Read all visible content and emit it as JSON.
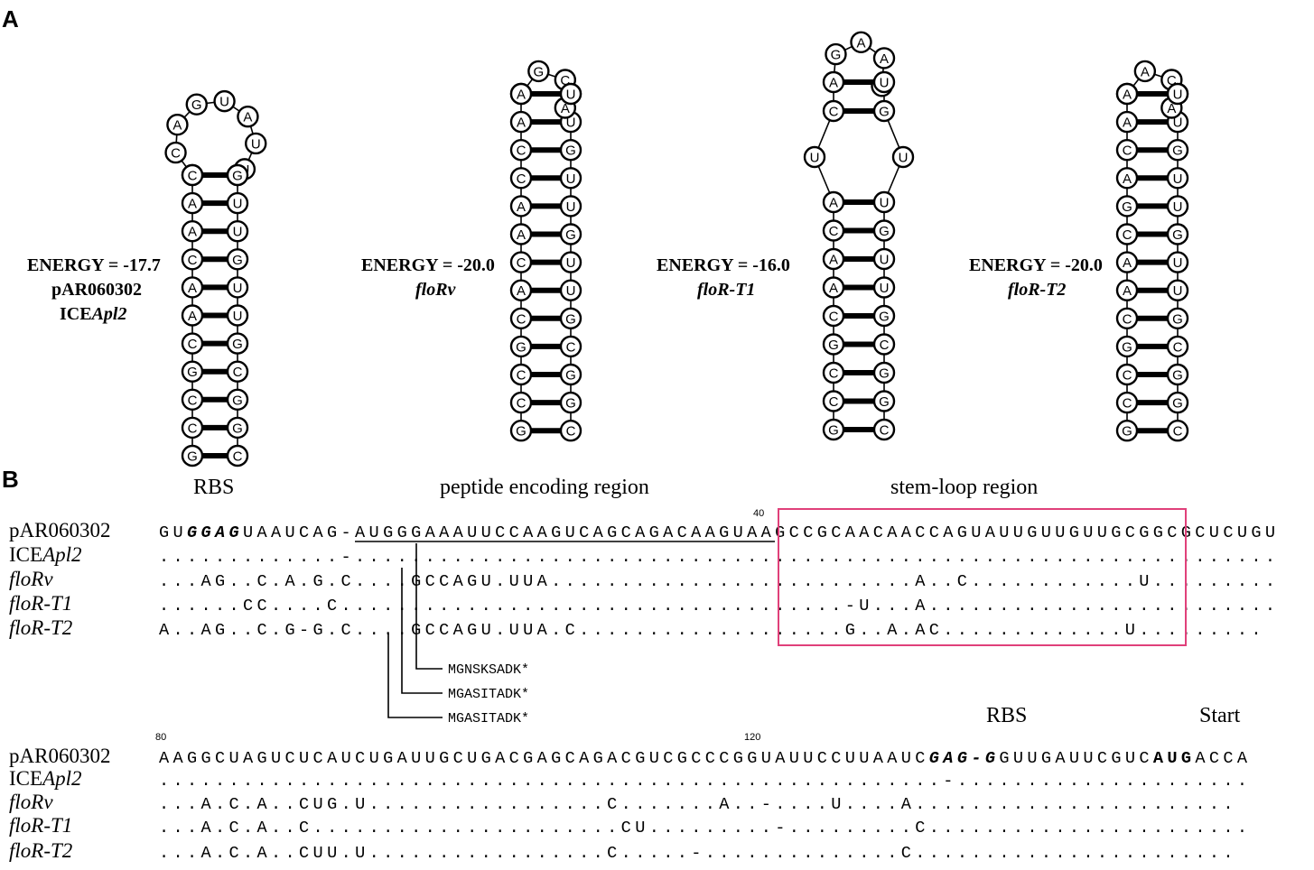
{
  "panels": {
    "a": "A",
    "b": "B"
  },
  "hairpins": [
    {
      "id": "pAR060302",
      "energy": "ENERGY = -17.7",
      "labels": [
        "pAR060302",
        "ICE",
        "Apl2"
      ],
      "loop": [
        "C",
        "A",
        "G",
        "U",
        "A",
        "U",
        "U"
      ],
      "left": [
        "C",
        "A",
        "A",
        "C",
        "A",
        "A",
        "C",
        "G",
        "C",
        "C",
        "G"
      ],
      "right": [
        "G",
        "U",
        "U",
        "G",
        "U",
        "U",
        "G",
        "C",
        "G",
        "G",
        "C"
      ]
    },
    {
      "id": "floRv",
      "energy": "ENERGY = -20.0",
      "labels": [
        "floRv"
      ],
      "loop": [
        "G",
        "C",
        "A"
      ],
      "left": [
        "A",
        "A",
        "C",
        "C",
        "A",
        "A",
        "C",
        "A",
        "C",
        "G",
        "C",
        "C",
        "G"
      ],
      "right": [
        "U",
        "U",
        "G",
        "U",
        "U",
        "G",
        "U",
        "U",
        "G",
        "C",
        "G",
        "G",
        "C"
      ]
    },
    {
      "id": "floR-T1",
      "energy": "ENERGY = -16.0",
      "labels": [
        "floR-T1"
      ],
      "loop": [
        "G",
        "A",
        "A",
        "U"
      ],
      "stem2_left": [
        "A",
        "C"
      ],
      "stem2_right": [
        "U",
        "G"
      ],
      "interior_left": [
        "U"
      ],
      "interior_right": [
        "U"
      ],
      "left": [
        "A",
        "C",
        "A",
        "A",
        "C",
        "G",
        "C",
        "C",
        "G"
      ],
      "right": [
        "U",
        "G",
        "U",
        "U",
        "G",
        "C",
        "G",
        "G",
        "C"
      ]
    },
    {
      "id": "floR-T2",
      "energy": "ENERGY = -20.0",
      "labels": [
        "floR-T2"
      ],
      "loop": [
        "A",
        "C",
        "A"
      ],
      "left": [
        "A",
        "A",
        "C",
        "A",
        "G",
        "C",
        "A",
        "A",
        "C",
        "G",
        "C",
        "C",
        "G"
      ],
      "right": [
        "U",
        "U",
        "G",
        "U",
        "U",
        "G",
        "U",
        "U",
        "G",
        "C",
        "G",
        "G",
        "C"
      ]
    }
  ],
  "alignment1": {
    "regions": [
      "RBS",
      "peptide encoding region",
      "stem-loop region"
    ],
    "tick": "40",
    "rows": [
      {
        "name": "pAR060302",
        "italic": false,
        "prefix": "",
        "seq": "GUGGAGUAAUCAG-AUGGGAAAUUCCAAGUCAGCAGACAAGUAAGCCGCAACAACCAGUAUUGUUGUUGCGGCGCUCUGU"
      },
      {
        "name": "ICE",
        "suffix": "Apl2",
        "italic": false,
        "seq": ".............-.................................................................."
      },
      {
        "name": "floRv",
        "italic": true,
        "seq": "...AG..C.A.G.C....GCCAGU.UUA..........................A..C............U........."
      },
      {
        "name": "floR-T1",
        "italic": true,
        "seq": "......CC....C....................................-U...A........................."
      },
      {
        "name": "floR-T2",
        "italic": true,
        "seq": "A..AG..C.G-G.C....GCCAGU.UUA.C...................G..A.AC.............U........."
      }
    ],
    "peptides": [
      "MGNSKSADK*",
      "MGASITADK*",
      "MGASITADK*"
    ]
  },
  "alignment2": {
    "labels": [
      "RBS",
      "Start"
    ],
    "ticks": [
      "80",
      "120"
    ],
    "rows": [
      {
        "name": "pAR060302",
        "seq": "AAGGCUAGUCUCAUCUGAUUGCUGACGAGCAGACGUCGCCCGGUAUUCCUUAAUCGAG-GGUUGAUUCGUCAUGACCA"
      },
      {
        "name": "ICE",
        "suffix": "Apl2",
        "seq": "........................................................-....................."
      },
      {
        "name": "floRv",
        "seq": "...A.C.A..CUG.U.................C.......A..-....U....A......................."
      },
      {
        "name": "floR-T1",
        "seq": "...A.C.A..C......................CU.........-.........C......................."
      },
      {
        "name": "floR-T2",
        "seq": "...A.C.A..CUU.U.................C.....-..............C......................."
      }
    ]
  },
  "colors": {
    "box": "#e0407a",
    "ink": "#000000"
  }
}
